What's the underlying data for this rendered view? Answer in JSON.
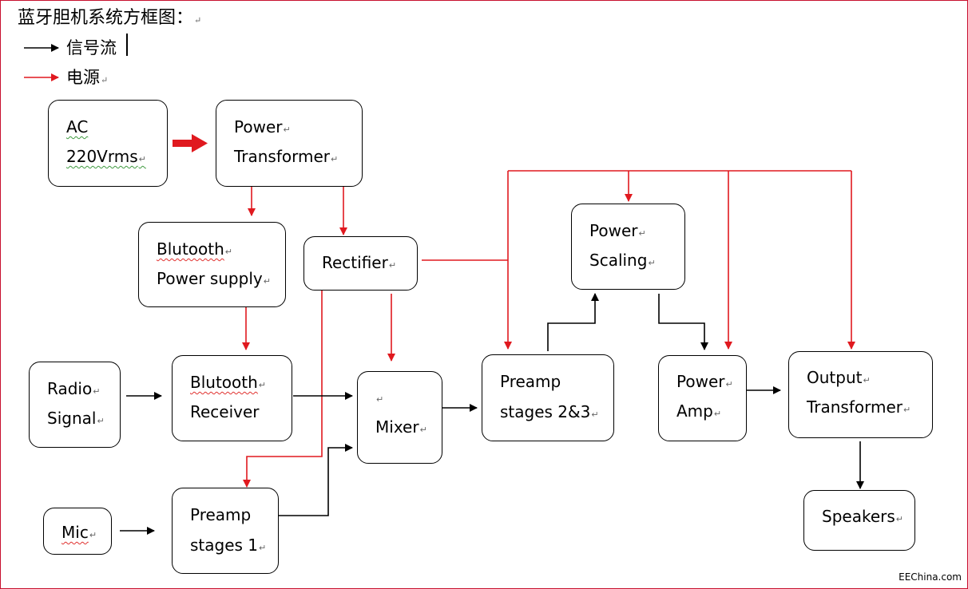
{
  "title": "蓝牙胆机系统方框图：",
  "legend": {
    "signal_flow": "信号流",
    "power": "电源"
  },
  "blocks": {
    "ac": {
      "line1": "AC",
      "line2": "220Vrms"
    },
    "power_transformer": {
      "line1": "Power",
      "line2": "Transformer"
    },
    "bt_power_supply": {
      "line1": "Blutooth",
      "line2": "Power supply"
    },
    "rectifier": {
      "line1": "Rectifier"
    },
    "power_scaling": {
      "line1": "Power",
      "line2": "Scaling"
    },
    "radio_signal": {
      "line1": "Radio",
      "line2": "Signal"
    },
    "bt_receiver": {
      "line1": "Blutooth",
      "line2": "Receiver"
    },
    "mixer": {
      "line1": "Mixer"
    },
    "preamp_23": {
      "line1": "Preamp",
      "line2": "stages 2&3"
    },
    "power_amp": {
      "line1": "Power",
      "line2": "Amp"
    },
    "output_transformer": {
      "line1": "Output",
      "line2": "Transformer"
    },
    "speakers": {
      "line1": "Speakers"
    },
    "mic": {
      "line1": "Mic"
    },
    "preamp_1": {
      "line1": "Preamp",
      "line2": "stages 1"
    }
  },
  "credit": "EEChina.com",
  "colors": {
    "signal": "#000000",
    "power": "#e0191f",
    "frame": "#c8102e"
  }
}
